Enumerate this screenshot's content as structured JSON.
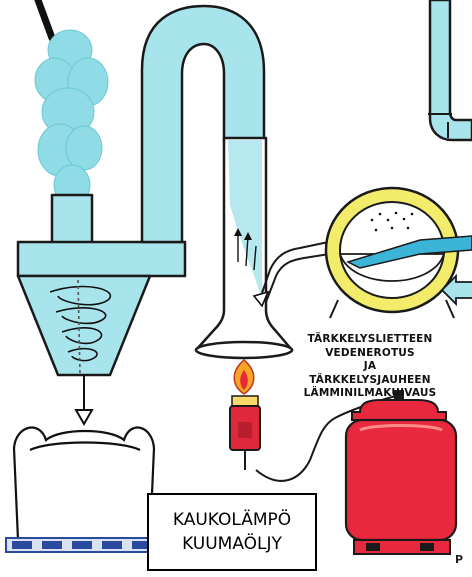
{
  "caption": {
    "line1": "TÄRKKELYSLIETTEEN",
    "line2": "VEDENEROTUS",
    "line3": "JA",
    "line4": "TÄRKKELYSJAUHEEN",
    "line5": "LÄMMINILMAKUIVAUS"
  },
  "energy_box": {
    "line1": "KAUKOLÄMPÖ",
    "line2": "KUUMAÖLJY"
  },
  "edge_text": "P",
  "colors": {
    "duct": "#a8e4ec",
    "duct_outline": "#1a1a1a",
    "steam": "#8fdce6",
    "gas_bottle": "#e8283c",
    "burner": "#e0283c",
    "flame": "#f5a623",
    "dryer_ring": "#f2ec6a",
    "dryer_slurry": "#3cb4d8",
    "pallet": "#2a4aa0"
  },
  "icons": [
    "chimney-pipe-icon",
    "steam-cloud-icon",
    "cyclone-separator-icon",
    "powder-sack-icon",
    "pallet-icon",
    "u-bend-duct-icon",
    "drying-tower-icon",
    "burner-icon",
    "flame-icon",
    "gas-bottle-icon",
    "rotary-dryer-icon",
    "arrow-icon"
  ]
}
